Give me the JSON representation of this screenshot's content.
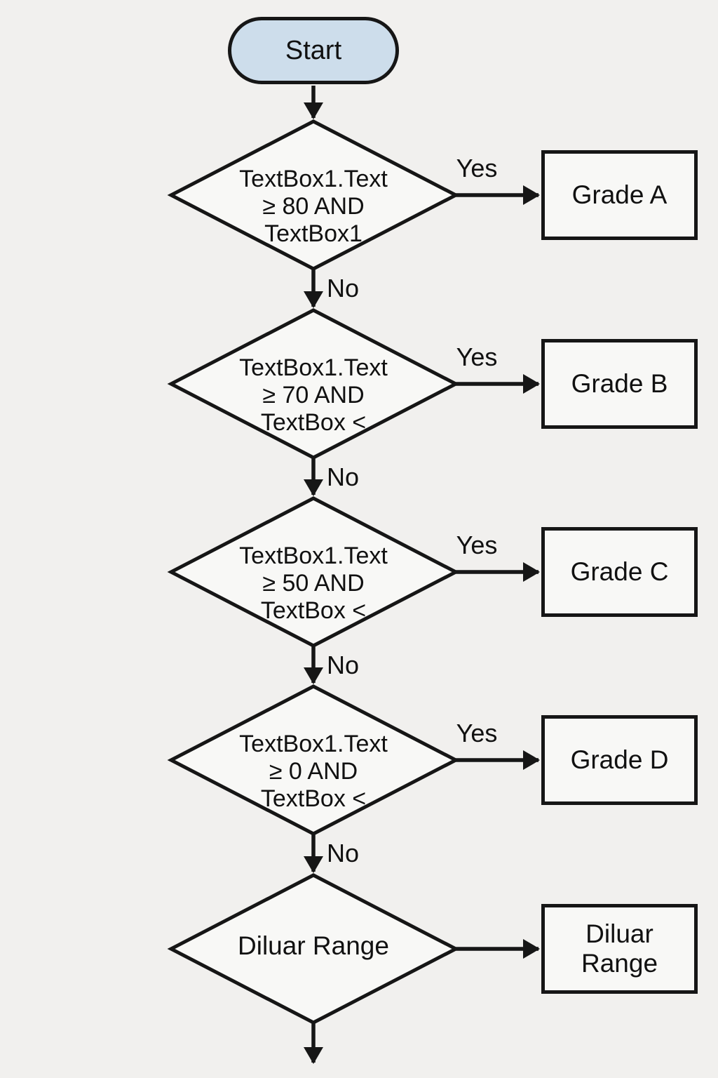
{
  "colors": {
    "background": "#f1f0ee",
    "shape_fill": "#f8f8f6",
    "start_fill": "#cdddeb",
    "stroke": "#161616",
    "text": "#111111"
  },
  "flowchart": {
    "start": {
      "label": "Start"
    },
    "decisions": [
      {
        "lines": [
          "TextBox1.Text",
          "≥ 80 AND",
          "TextBox1"
        ]
      },
      {
        "lines": [
          "TextBox1.Text",
          "≥ 70 AND",
          "TextBox <"
        ]
      },
      {
        "lines": [
          "TextBox1.Text",
          "≥ 50 AND",
          "TextBox <"
        ]
      },
      {
        "lines": [
          "TextBox1.Text",
          "≥ 0 AND",
          "TextBox <"
        ]
      },
      {
        "lines": [
          "Diluar Range"
        ]
      }
    ],
    "results": [
      {
        "label": "Grade A"
      },
      {
        "label": "Grade B"
      },
      {
        "label": "Grade C"
      },
      {
        "label": "Grade D"
      },
      {
        "label": "Diluar Range"
      }
    ],
    "edge_labels": {
      "yes": "Yes",
      "no": "No"
    }
  }
}
